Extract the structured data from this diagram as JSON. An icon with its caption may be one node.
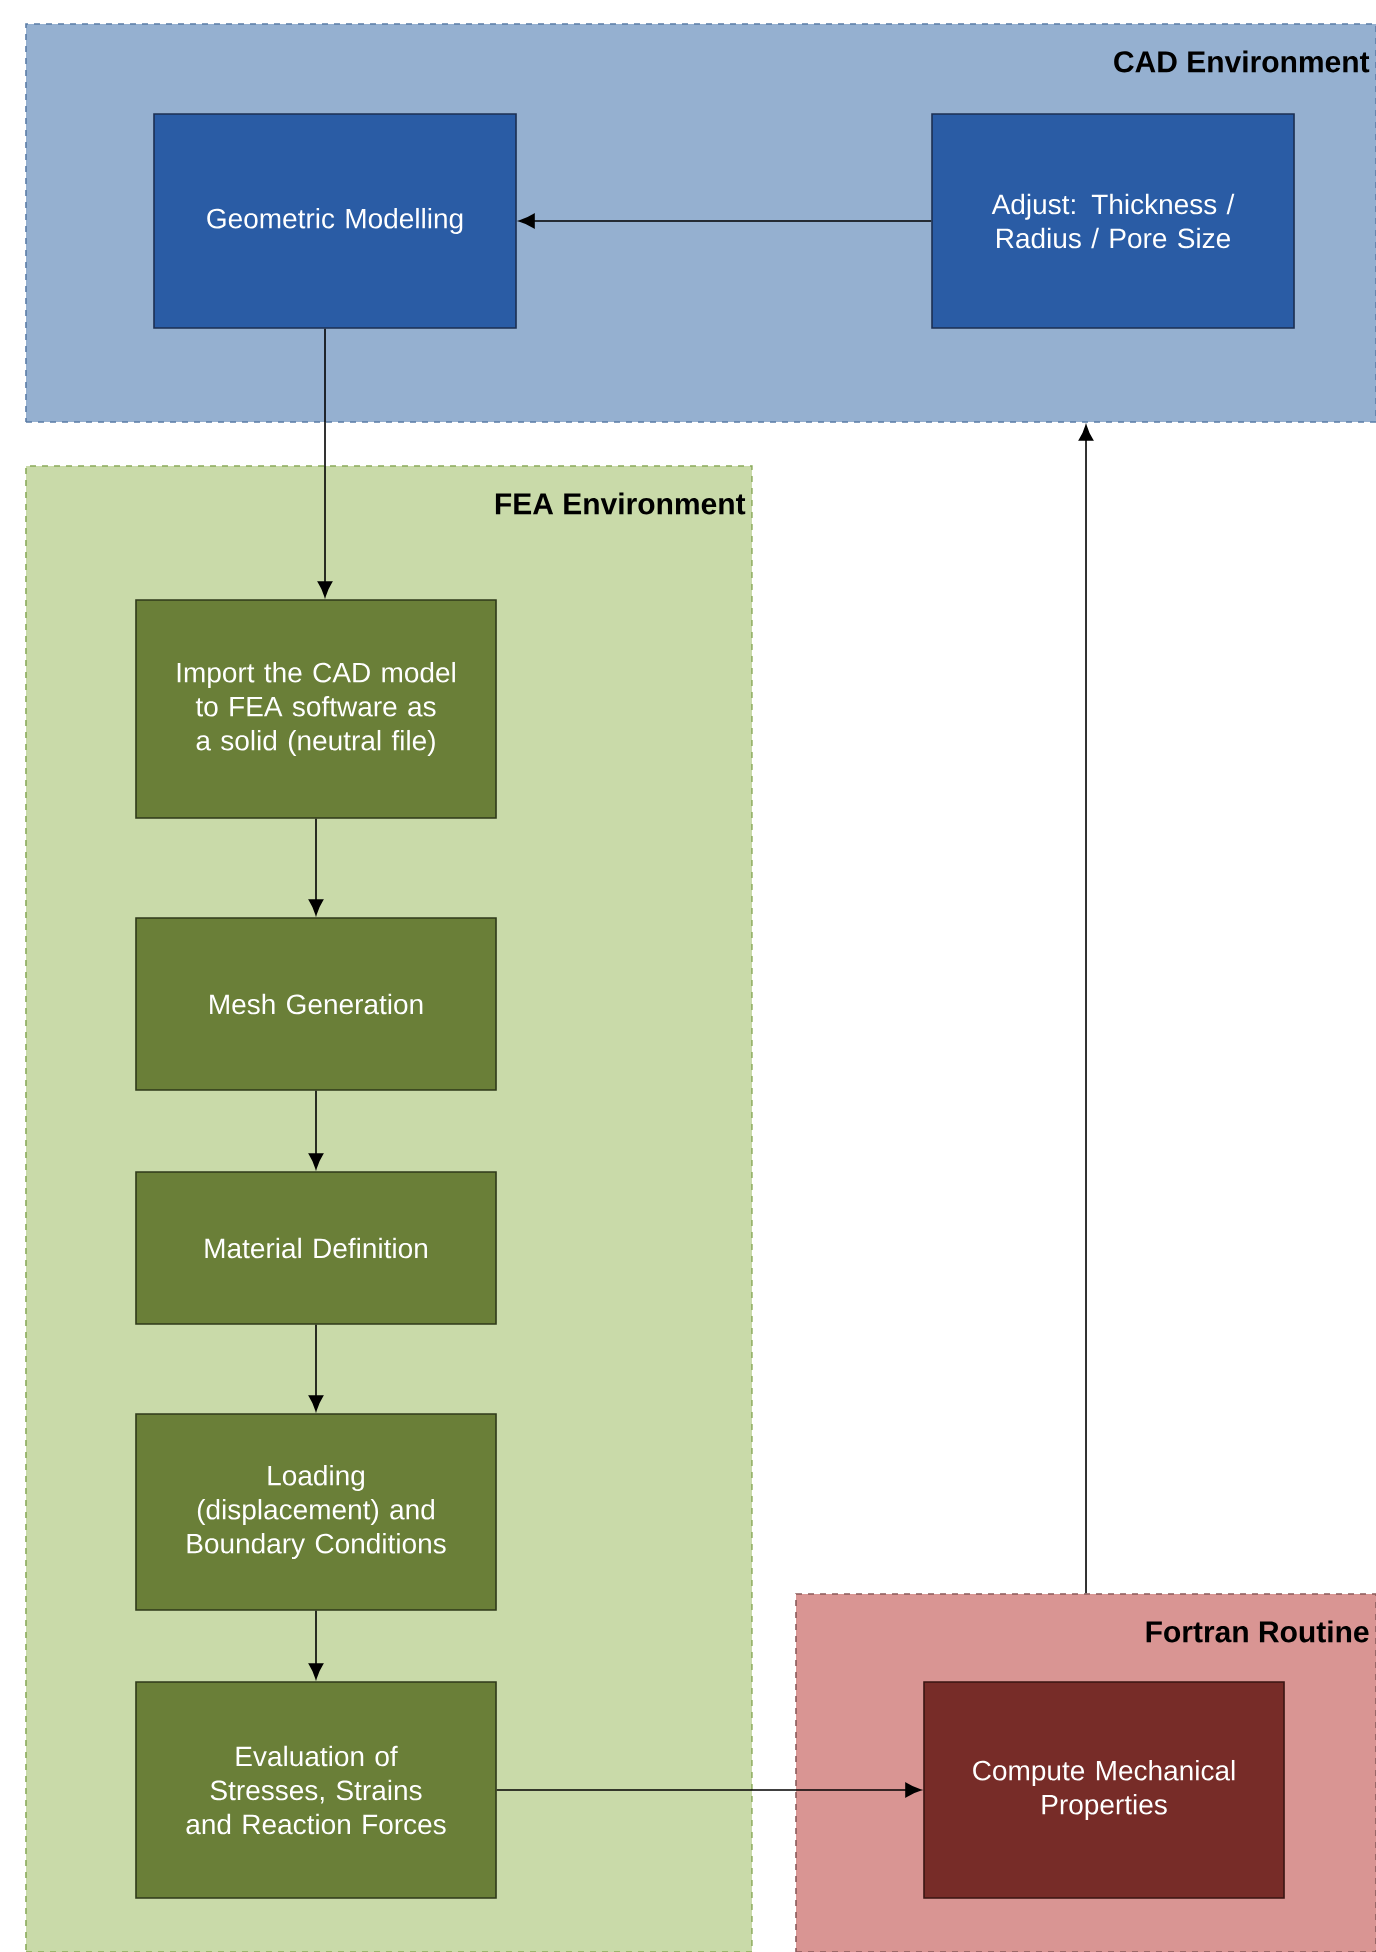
{
  "diagram": {
    "nodes": [
      {
        "text": [
          "CAD Environment"
        ]
      },
      {
        "text": [
          "Geometric Modelling"
        ],
        "in": 0
      },
      {
        "text": [
          "Adjust: Thickness / Radius / Pore Size"
        ],
        "in": 0
      },
      {
        "text": [
          "FEA Environment"
        ]
      },
      {
        "text": [
          "Import the CAD model to FEA software as a solid (neutral file)"
        ],
        "in": 3
      },
      {
        "text": [
          "Mesh Generation"
        ],
        "in": 3
      },
      {
        "text": [
          "Material Definition"
        ],
        "in": 3
      },
      {
        "text": [
          "Loading (displacement) and Boundary Conditions"
        ],
        "in": 3
      },
      {
        "text": [
          "Evaluation of Stresses, Strains and Reaction Forces"
        ],
        "in": 3
      },
      {
        "text": [
          "Fortran Routine"
        ]
      },
      {
        "text": [
          "Compute Mechanical Properties"
        ],
        "in": 9
      }
    ],
    "edges": [
      {
        "from": 2,
        "to": 1,
        "arrow": "to"
      },
      {
        "from": 1,
        "to": 4,
        "arrow": "to"
      },
      {
        "from": 4,
        "to": 5,
        "arrow": "to"
      },
      {
        "from": 5,
        "to": 6,
        "arrow": "to"
      },
      {
        "from": 6,
        "to": 7,
        "arrow": "to"
      },
      {
        "from": 7,
        "to": 8,
        "arrow": "to"
      },
      {
        "from": 8,
        "to": 10,
        "arrow": "to"
      },
      {
        "from": 9,
        "to": 0,
        "arrow": "to"
      }
    ]
  }
}
